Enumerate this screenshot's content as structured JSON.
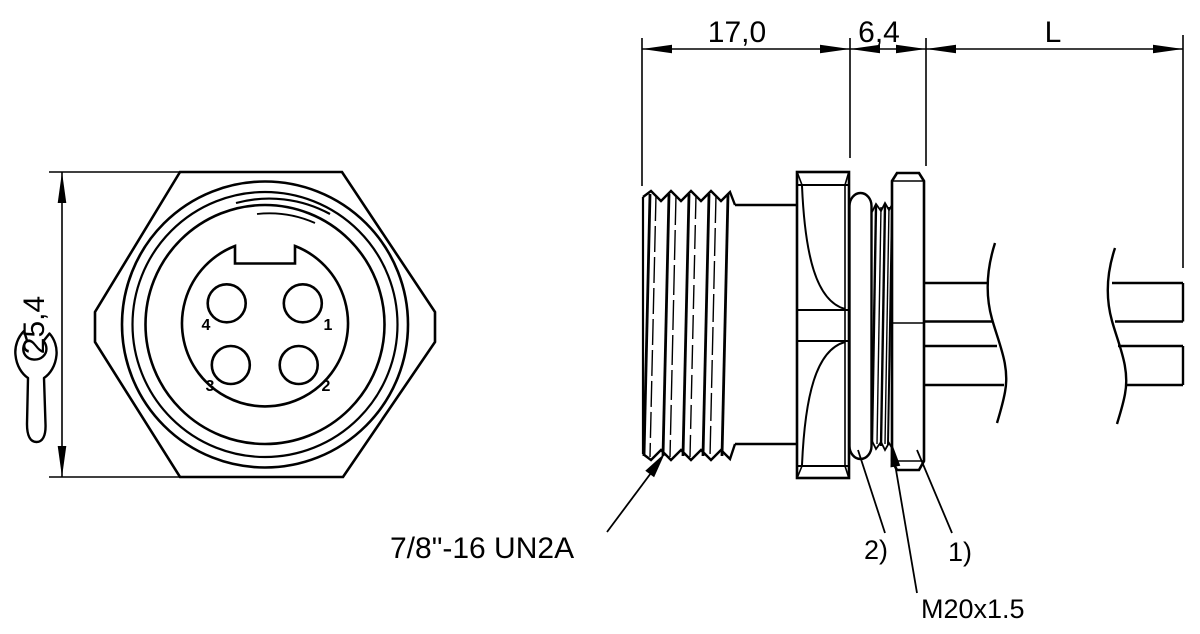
{
  "drawing_title": "connector-technical-drawing",
  "colors": {
    "background": "#ffffff",
    "line": "#000000"
  },
  "front_view": {
    "dim_across_flats": "25,4",
    "wrench_icon": "open-end-wrench-icon",
    "pins": [
      {
        "label": "4"
      },
      {
        "label": "1"
      },
      {
        "label": "3"
      },
      {
        "label": "2"
      }
    ]
  },
  "side_view": {
    "dim_thread_length": "17,0",
    "dim_hex_width": "6,4",
    "dim_cable_length": "L"
  },
  "callouts": {
    "thread_spec": "7/8\"-16 UN2A",
    "note_2": "2)",
    "note_1": "1)",
    "panel_thread": "M20x1.5"
  }
}
